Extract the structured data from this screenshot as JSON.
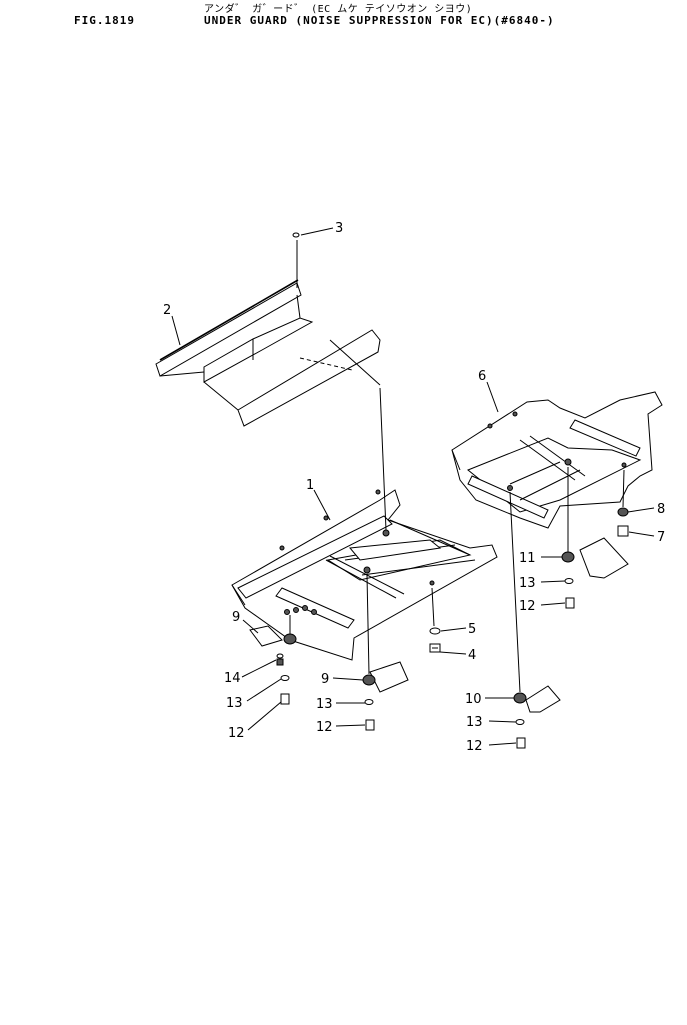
{
  "header": {
    "fig": "FIG.1819",
    "title_kana": "アンダ゛ ガ゛ード゛ (EC ムケ テイソウオン シヨウ)",
    "title": "UNDER GUARD (NOISE SUPPRESSION FOR EC)(#6840-)"
  },
  "callouts": [
    {
      "id": "c1",
      "label": "1"
    },
    {
      "id": "c2",
      "label": "2"
    },
    {
      "id": "c3",
      "label": "3"
    },
    {
      "id": "c4",
      "label": "4"
    },
    {
      "id": "c5",
      "label": "5"
    },
    {
      "id": "c6",
      "label": "6"
    },
    {
      "id": "c7",
      "label": "7"
    },
    {
      "id": "c8",
      "label": "8"
    },
    {
      "id": "c9a",
      "label": "9"
    },
    {
      "id": "c9b",
      "label": "9"
    },
    {
      "id": "c10",
      "label": "10"
    },
    {
      "id": "c11",
      "label": "11"
    },
    {
      "id": "c12a",
      "label": "12"
    },
    {
      "id": "c12b",
      "label": "12"
    },
    {
      "id": "c12c",
      "label": "12"
    },
    {
      "id": "c12d",
      "label": "12"
    },
    {
      "id": "c13a",
      "label": "13"
    },
    {
      "id": "c13b",
      "label": "13"
    },
    {
      "id": "c13c",
      "label": "13"
    },
    {
      "id": "c13d",
      "label": "13"
    },
    {
      "id": "c14",
      "label": "14"
    }
  ]
}
